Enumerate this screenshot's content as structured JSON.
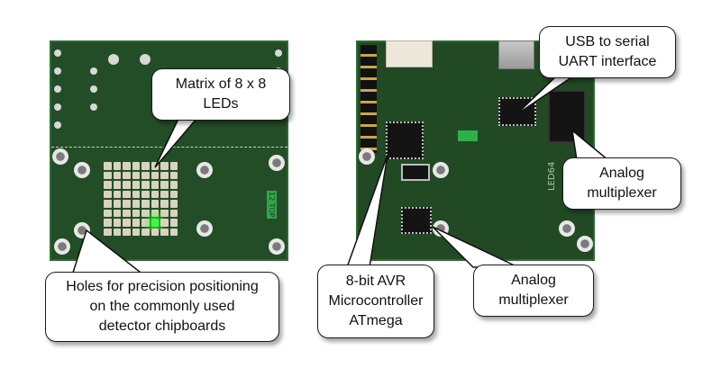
{
  "image": {
    "description": "Two photographs of the LED64 PCB (front with 8x8 LED matrix and back with electronics) annotated with callouts",
    "background_color": "#ffffff"
  },
  "boards": {
    "left": {
      "silkscreen_labels": [
        "12",
        "TOP"
      ],
      "led_matrix": {
        "rows": 8,
        "cols": 8,
        "lit_led": {
          "row": 6,
          "col": 5,
          "color": "#3cff3c"
        }
      }
    },
    "right": {
      "silkscreen_labels": [
        "LED64"
      ]
    }
  },
  "callouts": {
    "led_matrix": {
      "lines": [
        "Matrix of 8 x 8",
        "LEDs"
      ]
    },
    "holes": {
      "lines": [
        "Holes for precision positioning",
        "on the commonly used",
        "detector chipboards"
      ]
    },
    "usb_uart": {
      "lines": [
        "USB to serial",
        "UART interface"
      ]
    },
    "analog_mux_right": {
      "lines": [
        "Analog",
        "multiplexer"
      ]
    },
    "avr_mcu": {
      "lines": [
        "8-bit AVR",
        "Microcontroller",
        "ATmega"
      ]
    },
    "analog_mux_bottom": {
      "lines": [
        "Analog",
        "multiplexer"
      ]
    }
  }
}
